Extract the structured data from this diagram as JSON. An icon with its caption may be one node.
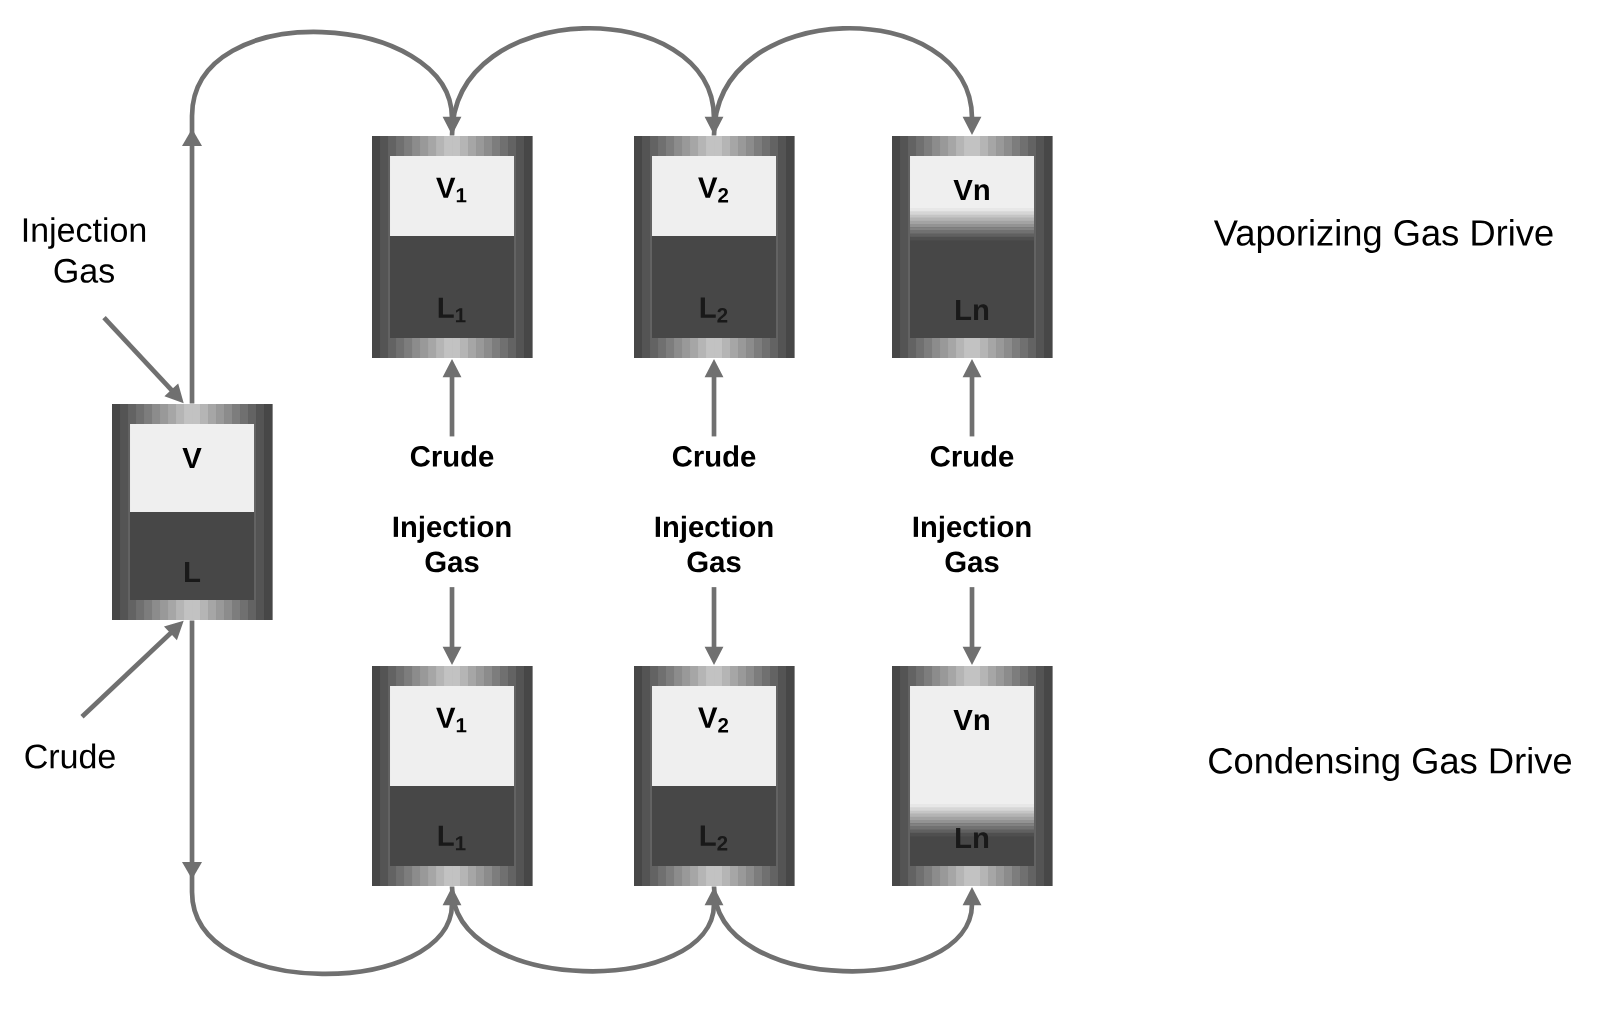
{
  "diagram": {
    "nodes": [
      {
        "text": [
          "V",
          "L"
        ]
      },
      {
        "text": [
          "V$_{1}$",
          "L$_{1}$"
        ]
      },
      {
        "text": [
          "V$_{2}$",
          "L$_{2}$"
        ]
      },
      {
        "text": [
          "Vn",
          "Ln"
        ]
      },
      {
        "text": [
          "V$_{1}$",
          "L$_{1}$"
        ]
      },
      {
        "text": [
          "V$_{2}$",
          "L$_{2}$"
        ]
      },
      {
        "text": [
          "Vn",
          "Ln"
        ]
      },
      {
        "text": [
          "Injection Gas"
        ]
      },
      {
        "text": [
          "Crude"
        ]
      },
      {
        "text": [
          "Crude"
        ]
      },
      {
        "text": [
          "Crude"
        ]
      },
      {
        "text": [
          "Crude"
        ]
      },
      {
        "text": [
          "Injection Gas"
        ]
      },
      {
        "text": [
          "Injection Gas"
        ]
      },
      {
        "text": [
          "Injection Gas"
        ]
      }
    ],
    "edges": [
      {
        "from": 7,
        "to": 0,
        "arrow": "to"
      },
      {
        "from": 8,
        "to": 0,
        "arrow": "to"
      },
      {
        "from": 0,
        "to": 1,
        "arrow": "to"
      },
      {
        "from": 1,
        "to": 2,
        "arrow": "to"
      },
      {
        "from": 2,
        "to": 3,
        "arrow": "to"
      },
      {
        "from": 9,
        "to": 1,
        "arrow": "to"
      },
      {
        "from": 10,
        "to": 2,
        "arrow": "to"
      },
      {
        "from": 11,
        "to": 3,
        "arrow": "to"
      },
      {
        "from": 12,
        "to": 4,
        "arrow": "to"
      },
      {
        "from": 13,
        "to": 5,
        "arrow": "to"
      },
      {
        "from": 14,
        "to": 6,
        "arrow": "to"
      },
      {
        "from": 0,
        "to": 4,
        "arrow": "to"
      },
      {
        "from": 4,
        "to": 5,
        "arrow": "to"
      },
      {
        "from": 5,
        "to": 6,
        "arrow": "to"
      }
    ],
    "labels": [
      "Vaporizing Gas Drive",
      "Condensing Gas Drive"
    ]
  }
}
